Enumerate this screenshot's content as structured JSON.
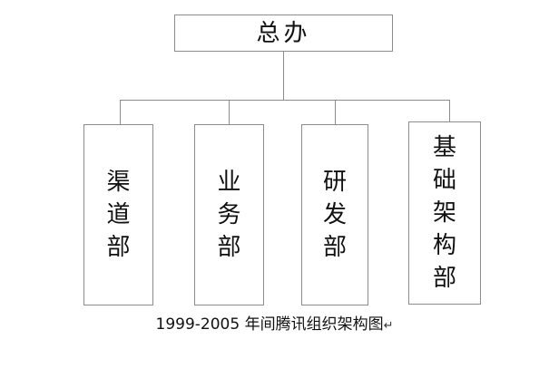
{
  "diagram": {
    "title_caption": "1999-2005 年间腾讯组织架构图",
    "paragraph_mark": "↵",
    "root": {
      "label": "总办",
      "name": "general-office"
    },
    "departments": [
      {
        "name": "channel-department",
        "label": "渠道部",
        "chars": [
          "渠",
          "道",
          "部"
        ]
      },
      {
        "name": "business-department",
        "label": "业务部",
        "chars": [
          "业",
          "务",
          "部"
        ]
      },
      {
        "name": "rnd-department",
        "label": "研发部",
        "chars": [
          "研",
          "发",
          "部"
        ]
      },
      {
        "name": "infrastructure-department",
        "label": "基础架构部",
        "chars": [
          "基",
          "础",
          "架",
          "构",
          "部"
        ]
      }
    ],
    "colors": {
      "border": "#8c8c8c",
      "text": "#111111",
      "background": "#ffffff"
    }
  }
}
